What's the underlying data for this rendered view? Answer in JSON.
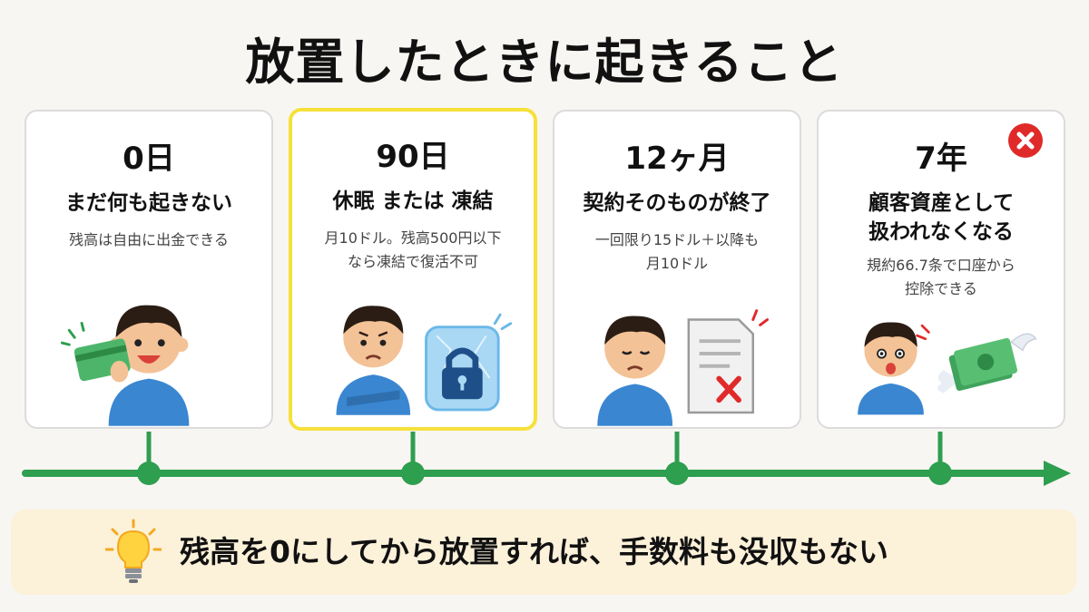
{
  "title": "放置したときに起きること",
  "cards": [
    {
      "period": "0日",
      "headline": "まだ何も起きない",
      "desc": "残高は自由に出金できる"
    },
    {
      "period": "90日",
      "headline": "休眠 または 凍結",
      "desc_lines": [
        "月10ドル。残高500円以下",
        "なら凍結で復活不可"
      ]
    },
    {
      "period": "12ヶ月",
      "headline": "契約そのものが終了",
      "desc_lines": [
        "一回限り15ドル＋以降も",
        "月10ドル"
      ]
    },
    {
      "period": "7年",
      "headline_lines": [
        "顧客資産として",
        "扱われなくなる"
      ],
      "desc_lines": [
        "規約66.7条で口座から",
        "控除できる"
      ]
    }
  ],
  "banner": {
    "text": "残高を0にしてから放置すれば、手数料も没収もない"
  },
  "icons": {
    "card0": [
      "happy-boy-icon",
      "credit-card-icon"
    ],
    "card1": [
      "worried-boy-icon",
      "frozen-lock-icon"
    ],
    "card2": [
      "sad-boy-icon",
      "cancelled-document-icon"
    ],
    "card3": [
      "shocked-boy-icon",
      "flying-money-icon",
      "x-circle-icon"
    ],
    "banner": "lightbulb-icon"
  },
  "colors": {
    "timeline": "#2e9e4f",
    "highlight": "#f5e13a",
    "banner_bg": "#fcf1d9",
    "alert": "#e02a2a",
    "shirt": "#3a86d1"
  }
}
